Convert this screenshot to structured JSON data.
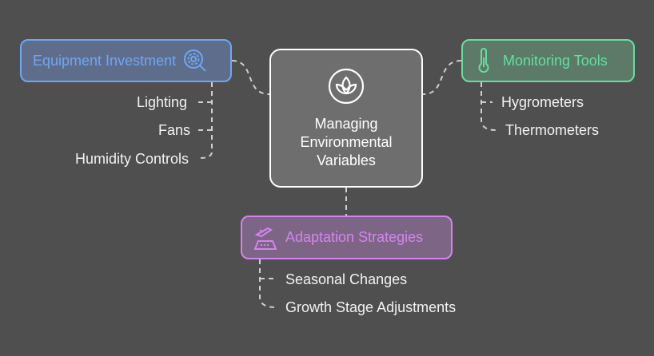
{
  "center": {
    "title_lines": [
      "Managing",
      "Environmental",
      "Variables"
    ],
    "icon": "lotus-icon"
  },
  "branches": [
    {
      "label": "Equipment Investment",
      "icon": "gear-search-icon",
      "color": "#6ea6f5",
      "items": [
        "Lighting",
        "Fans",
        "Humidity Controls"
      ]
    },
    {
      "label": "Monitoring Tools",
      "icon": "thermometer-icon",
      "color": "#62e0a0",
      "items": [
        "Hygrometers",
        "Thermometers"
      ]
    },
    {
      "label": "Adaptation Strategies",
      "icon": "adaptation-icon",
      "color": "#d583f0",
      "items": [
        "Seasonal Changes",
        "Growth Stage Adjustments"
      ]
    }
  ]
}
